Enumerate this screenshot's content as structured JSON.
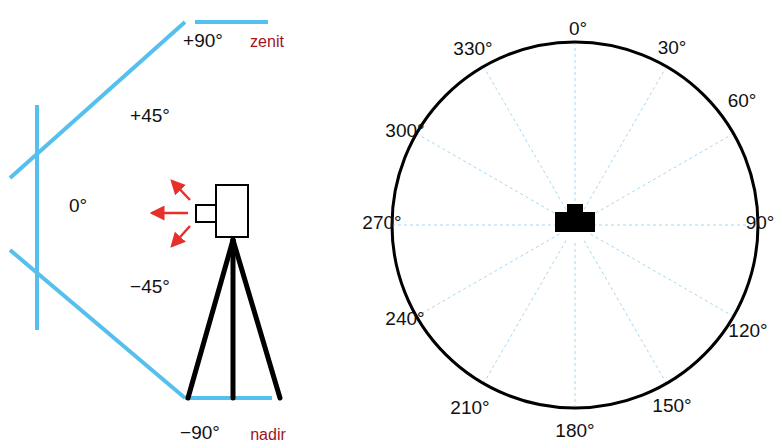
{
  "diagram": {
    "labels": [
      "+90°",
      "zenit",
      "+45°",
      "0°",
      "−45°",
      "−90°",
      "nadir",
      "0°",
      "30°",
      "60°",
      "90°",
      "120°",
      "150°",
      "180°",
      "210°",
      "240°",
      "270°",
      "300°",
      "330°"
    ]
  }
}
